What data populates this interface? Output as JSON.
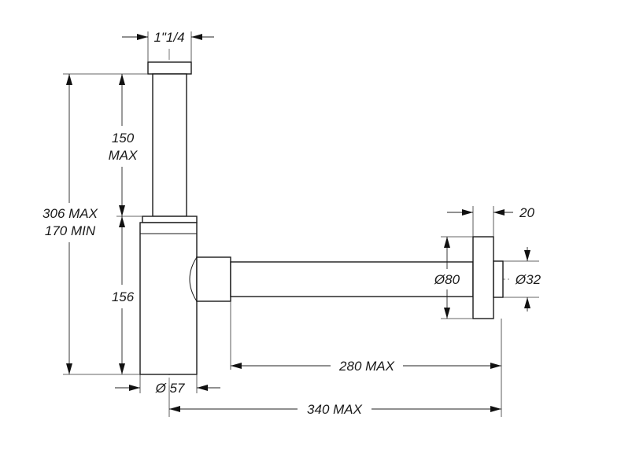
{
  "dimensions": {
    "thread_size": "1\"1/4",
    "tube_height_line1": "150",
    "tube_height_line2": "MAX",
    "total_height_line1": "306 MAX",
    "total_height_line2": "170 MIN",
    "body_height": "156",
    "body_diameter": "Ø 57",
    "pipe_diameter": "Ø80",
    "flange_thickness": "20",
    "outlet_diameter": "Ø32",
    "pipe_length": "280 MAX",
    "overall_width": "340 MAX"
  }
}
